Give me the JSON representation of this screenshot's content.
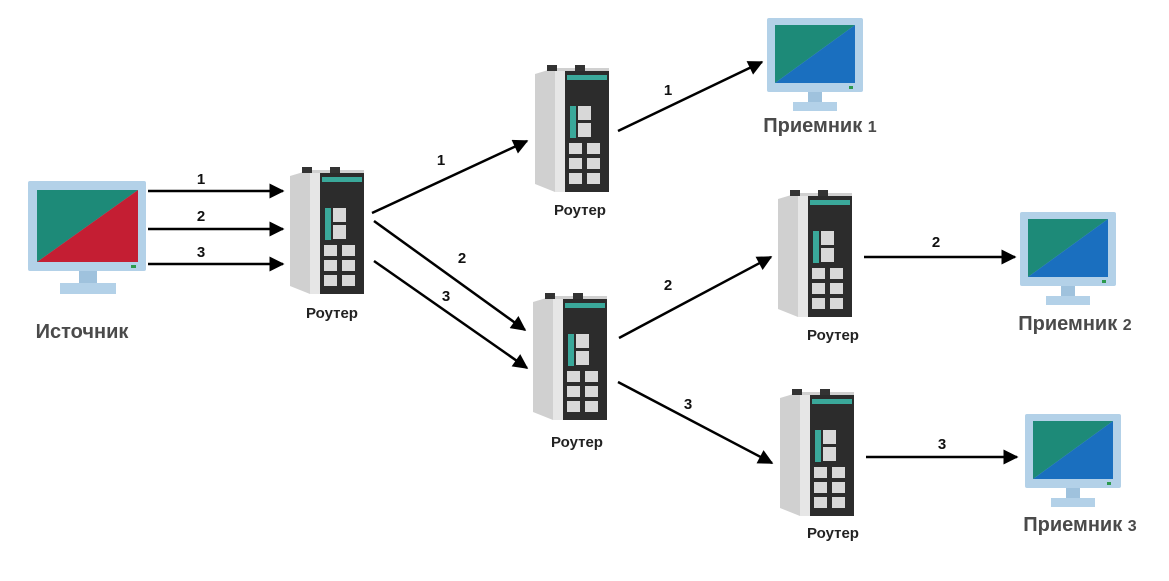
{
  "source": {
    "label": "Источник"
  },
  "router_label": "Роутер",
  "receivers": [
    {
      "label": "Приемник",
      "index": "1"
    },
    {
      "label": "Приемник",
      "index": "2"
    },
    {
      "label": "Приемник",
      "index": "3"
    }
  ],
  "edge_labels": {
    "src_1": "1",
    "src_2": "2",
    "src_3": "3",
    "r1_to_r2": "1",
    "r1_to_r3_a": "2",
    "r1_to_r3_b": "3",
    "r2_to_p1": "1",
    "r3_to_r4": "2",
    "r3_to_r5": "3",
    "r4_to_p2": "2",
    "r5_to_p3": "3"
  },
  "colors": {
    "source_screen_a": "#1d8a78",
    "source_screen_b": "#c41e33",
    "receiver_screen_a": "#1d8a78",
    "receiver_screen_b": "#1a6fbf",
    "monitor_frame": "#b3d1e8",
    "router_body": "#e6e6e6",
    "router_panel": "#2c2c2c",
    "router_accent": "#3aa89a",
    "arrow": "#000000"
  }
}
